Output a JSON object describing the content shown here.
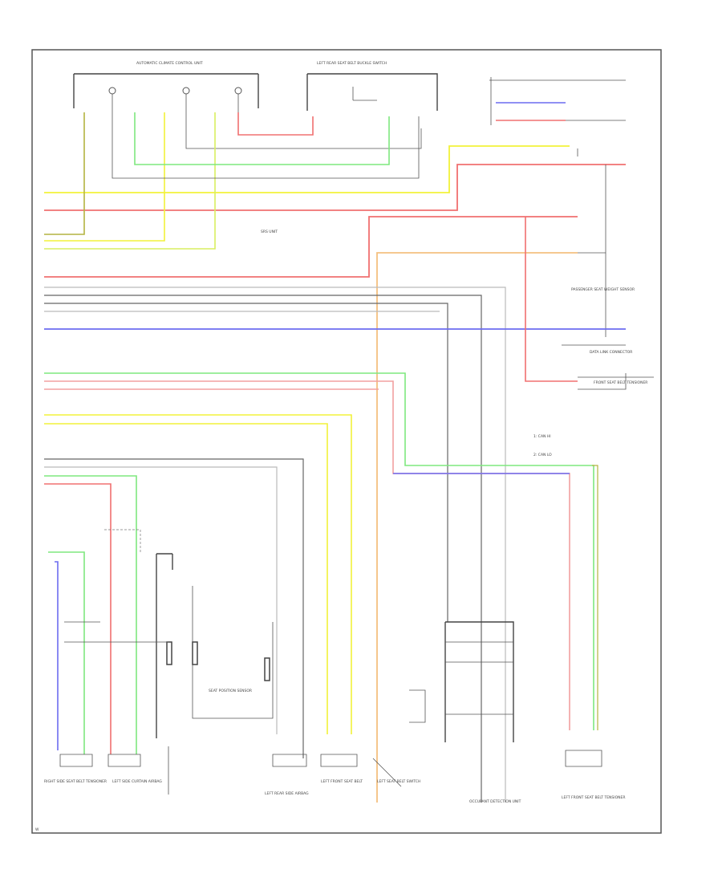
{
  "colors": {
    "yellow": "#f2f23a",
    "red": "#f07070",
    "green": "#7ee87e",
    "blue": "#6c6cf0",
    "grey": "#666666",
    "lightgrey": "#bbbbbb",
    "orange": "#f4c080",
    "olive": "#b4b440",
    "pink": "#f2a0a0"
  },
  "labels": {
    "top_left_module": "AUTOMATIC CLIMATE CONTROL UNIT",
    "top_center_module": "LEFT REAR SEAT BELT BUCKLE SWITCH",
    "center_module": "SRS UNIT",
    "right_module": "PASSENGER SEAT WEIGHT SENSOR",
    "right_label_1": "DATA LINK CONNECTOR",
    "right_label_2": "FRONT SEAT BELT TENSIONER",
    "legend_1": "1: CAN HI",
    "legend_2": "2: CAN LO",
    "bottom_1": "RIGHT SIDE SEAT BELT TENSIONER",
    "bottom_2": "LEFT SIDE CURTAIN AIRBAG",
    "bottom_3": "SEAT POSITION SENSOR",
    "bottom_4": "LEFT REAR SIDE AIRBAG",
    "bottom_5": "LEFT FRONT SEAT BELT",
    "bottom_6": "LEFT SEAT BELT SWITCH",
    "bottom_7": "OCCUPANT DETECTION UNIT",
    "bottom_8": "LEFT FRONT SEAT BELT TENSIONER",
    "footer": "W"
  }
}
